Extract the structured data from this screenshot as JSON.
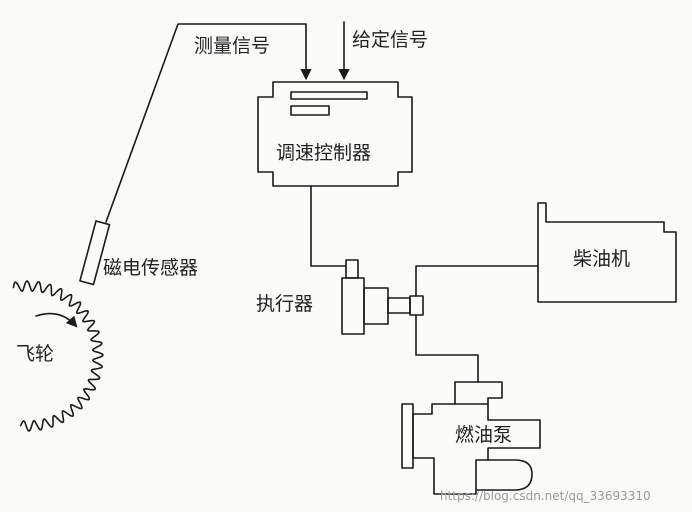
{
  "labels": {
    "measure_signal": "测量信号",
    "given_signal": "给定信号",
    "speed_controller": "调速控制器",
    "magnetic_sensor": "磁电传感器",
    "actuator": "执行器",
    "diesel_engine": "柴油机",
    "flywheel": "飞轮",
    "fuel_pump": "燃油泵"
  },
  "watermark": "https://blog.csdn.net/qq_33693310",
  "colors": {
    "ink": "#1a1a1a",
    "paper": "#fbfbf9"
  }
}
